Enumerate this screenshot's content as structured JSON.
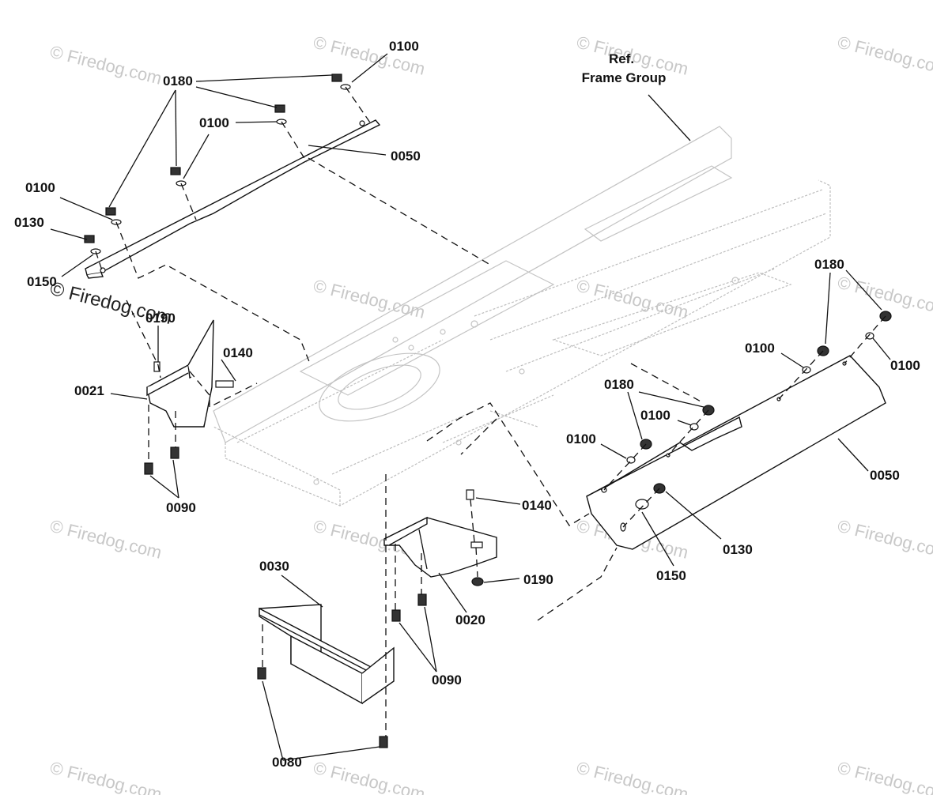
{
  "reference_label": {
    "line1": "Ref.",
    "line2": "Frame Group"
  },
  "watermark": {
    "text": "© Firedog.com"
  },
  "callouts": {
    "c0100_top": "0100",
    "c0180_top": "0180",
    "c0100_mid": "0100",
    "c0050_left": "0050",
    "c0100_left": "0100",
    "c0130_left": "0130",
    "c0150_left": "0150",
    "c0190_left": "0190",
    "c0140_left": "0140",
    "c0021": "0021",
    "c0090_left": "0090",
    "c0030": "0030",
    "c0080": "0080",
    "c0090_bottom": "0090",
    "c0020": "0020",
    "c0140_right": "0140",
    "c0190_right": "0190",
    "c0180_right_top": "0180",
    "c0100_right_a": "0100",
    "c0100_right_b": "0100",
    "c0180_right_mid": "0180",
    "c0100_right_c": "0100",
    "c0100_right_d": "0100",
    "c0050_right": "0050",
    "c0130_right": "0130",
    "c0150_right": "0150"
  }
}
